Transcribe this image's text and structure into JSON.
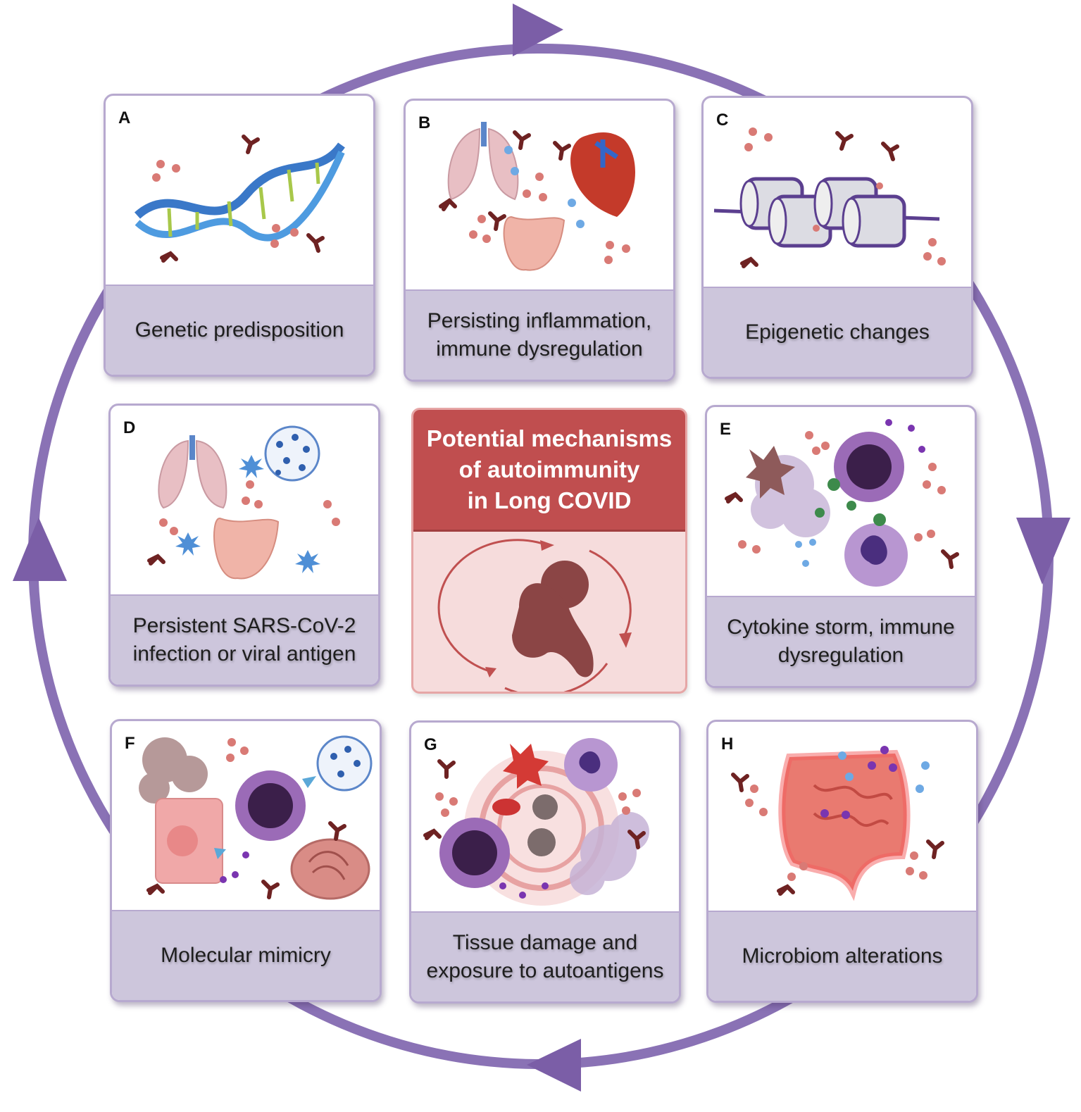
{
  "diagram": {
    "title_lines": [
      "Potential mechanisms",
      "of autoimmunity",
      "in Long COVID"
    ],
    "panels": [
      {
        "letter": "A",
        "caption": [
          "Genetic predisposition"
        ],
        "icon": "dna-helix-icon"
      },
      {
        "letter": "B",
        "caption": [
          "Persisting inflammation,",
          "immune dysregulation"
        ],
        "icon": "organs-icon"
      },
      {
        "letter": "C",
        "caption": [
          "Epigenetic changes"
        ],
        "icon": "nucleosome-icon"
      },
      {
        "letter": "D",
        "caption": [
          "Persistent SARS-CoV-2",
          "infection or viral antigen"
        ],
        "icon": "virus-icon"
      },
      {
        "letter": "E",
        "caption": [
          "Cytokine storm,  immune",
          "dysregulation"
        ],
        "icon": "immune-cells-icon"
      },
      {
        "letter": "F",
        "caption": [
          "Molecular mimicry"
        ],
        "icon": "lymphocyte-icon"
      },
      {
        "letter": "G",
        "caption": [
          "Tissue damage and",
          "exposure to autoantigens"
        ],
        "icon": "tissue-damage-icon"
      },
      {
        "letter": "H",
        "caption": [
          "Microbiom alterations"
        ],
        "icon": "intestine-icon"
      }
    ],
    "colors": {
      "ring": "#7b5ea7",
      "panel_border": "#b7a9cf",
      "caption_bg": "#cdc6dc",
      "center_header": "#c04e4f",
      "center_body": "#f6dcdc",
      "figure": "#8b4545"
    }
  }
}
